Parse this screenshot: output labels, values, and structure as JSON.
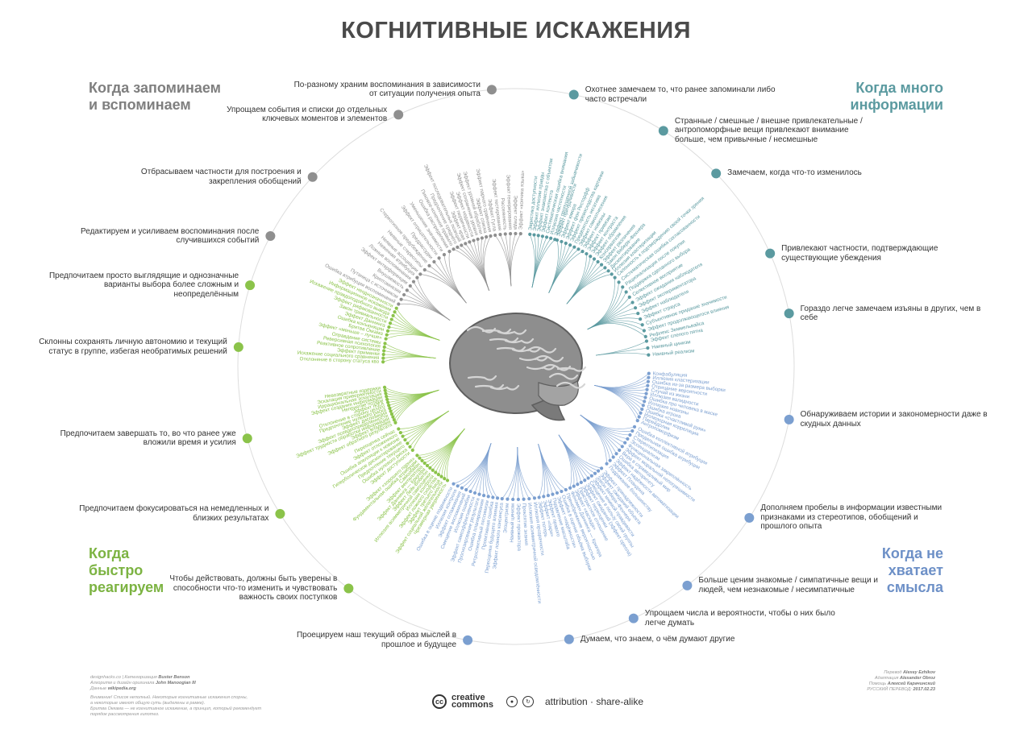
{
  "title": "КОГНИТИВНЫЕ ИСКАЖЕНИЯ",
  "colors": {
    "gray": "#8f8f8f",
    "teal": "#5b9aa0",
    "blue": "#7b9fd0",
    "green": "#8bc34a",
    "title": "#4a4a4a"
  },
  "quadrants": {
    "top_left": "Когда запоминаем и вспоминаем",
    "top_right": "Когда много информации",
    "bottom_left": "Когда быстро реагируем",
    "bottom_right": "Когда не хватает смысла"
  },
  "reasons": [
    {
      "id": "r1",
      "group": "gray",
      "angle": -95,
      "text": "По-разному храним воспоминания в зависимости от ситуации получения опыта"
    },
    {
      "id": "r2",
      "group": "gray",
      "angle": -115,
      "text": "Упрощаем события и списки до отдельных ключевых моментов и элементов"
    },
    {
      "id": "r3",
      "group": "gray",
      "angle": -137,
      "text": "Отбрасываем частности для построения и закрепления обобщений"
    },
    {
      "id": "r4",
      "group": "gray",
      "angle": -152,
      "text": "Редактируем и усиливаем воспоминания после случившихся событий"
    },
    {
      "id": "r5",
      "group": "teal",
      "angle": -78,
      "text": "Охотнее замечаем то, что ранее запоминали либо часто встречали"
    },
    {
      "id": "r6",
      "group": "teal",
      "angle": -58,
      "text": "Странные / смешные / внешне привлекательные / антропоморфные вещи привлекают внимание больше, чем привычные / несмешные"
    },
    {
      "id": "r7",
      "group": "teal",
      "angle": -44,
      "text": "Замечаем, когда что-то изменилось"
    },
    {
      "id": "r8",
      "group": "teal",
      "angle": -24,
      "text": "Привлекают частности, подтверждающие существующие убеждения"
    },
    {
      "id": "r9",
      "group": "teal",
      "angle": -11,
      "text": "Гораздо легче замечаем изъяны в других, чем в себе"
    },
    {
      "id": "r10",
      "group": "blue",
      "angle": 11,
      "text": "Обнаруживаем истории и закономерности даже в скудных данных"
    },
    {
      "id": "r11",
      "group": "blue",
      "angle": 33,
      "text": "Дополняем пробелы в информации известными признаками из стереотипов, обобщений и прошлого опыта"
    },
    {
      "id": "r12",
      "group": "blue",
      "angle": 52,
      "text": "Больше ценим знакомые / симпатичные вещи и людей, чем незнакомые / несимпатичные"
    },
    {
      "id": "r13",
      "group": "blue",
      "angle": 65,
      "text": "Упрощаем числа и вероятности, чтобы о них было легче думать"
    },
    {
      "id": "r14",
      "group": "blue",
      "angle": 79,
      "text": "Думаем, что знаем, о чём думают другие"
    },
    {
      "id": "r15",
      "group": "blue",
      "angle": 100,
      "text": "Проецируем наш текущий образ мыслей в прошлое и будущее"
    },
    {
      "id": "r16",
      "group": "green",
      "angle": 127,
      "text": "Чтобы действовать, должны быть уверены в способности что-то изменить и чувствовать важность своих поступков"
    },
    {
      "id": "r17",
      "group": "green",
      "angle": 148,
      "text": "Предпочитаем фокусироваться на немедленных и близких результатах"
    },
    {
      "id": "r18",
      "group": "green",
      "angle": 165,
      "text": "Предпочитаем завершать то, во что ранее уже вложили время и усилия"
    },
    {
      "id": "r19",
      "group": "green",
      "angle": -176,
      "text": "Склонны сохранять личную автономию и текущий статус в группе, избегая необратимых решений"
    },
    {
      "id": "r20",
      "group": "green",
      "angle": -163,
      "text": "Предпочитаем просто выглядящие и однозначные варианты выбора более сложным и неопределённым"
    }
  ],
  "biases": [
    {
      "group": "teal",
      "start": -84,
      "end": -73,
      "items": [
        "Эвристика доступности",
        "Эффект иллюзии правды",
        "Эффект знакомства с объектом",
        "Эффект контекста",
        "Систематическая ошибка внимания",
        "Иллюзия частотности",
        "Эффект пропущенной забывчивости"
      ]
    },
    {
      "group": "teal",
      "start": -72,
      "end": -60,
      "items": [
        "Эффект причудливости",
        "Эффект юмора",
        "Эффект фон Ресторфф",
        "Эффект превосходства картинки",
        "Предвзятость негатива",
        "Эффект самоотнесения",
        "Эффект новизны"
      ]
    },
    {
      "group": "teal",
      "start": -58,
      "end": -44,
      "items": [
        "Эффект привязки",
        "Эффект контраста",
        "Эффект обрамления",
        "Консерватизм",
        "Эффект различения",
        "Закон Вебера–Фехнера",
        "Дисконтирование",
        "Иллюзия кластеризации"
      ]
    },
    {
      "group": "teal",
      "start": -42,
      "end": -13,
      "items": [
        "Склонность к подтверждению своей точки зрения",
        "Систематическая ошибка согласованности",
        "Рационализация после покупки",
        "Поддержка сделанного выбора",
        "Селективное восприятие",
        "Эффект ожидания наблюдателя",
        "Эффект экспериментатора",
        "Эффект наблюдателя",
        "Эффект страуса",
        "Субъективное придание значимости",
        "Эффект продолжающегося влияния",
        "Рефлекс Земмельвайса"
      ]
    },
    {
      "group": "teal",
      "start": -11,
      "end": -5,
      "items": [
        "Эффект слепого пятна",
        "Наивный цинизм",
        "Наивный реализм"
      ]
    },
    {
      "group": "blue",
      "start": 3,
      "end": 24,
      "items": [
        "Конфабуляция",
        "Иллюзия кластеризации",
        "Ошибка из-за размера выборки",
        "Отрицание вероятности",
        "Случай из жизни",
        "Иллюзия валидности",
        "Ошибка про человека в маске",
        "Иллюзия новизны",
        "Ошибка игрока",
        "Ошибка «счастливой руки»",
        "Иллюзорная корреляция",
        "Парейдолия",
        "Антропоморфизм"
      ]
    },
    {
      "group": "blue",
      "start": 27,
      "end": 47,
      "items": [
        "Ошибка коллективной атрибуции",
        "Предельная ошибка атрибуции",
        "Стереотипизация",
        "Эссенциализм",
        "Функциональная закреплённость",
        "Эффект моральной непогрешимости",
        "Вера в справедливый мир",
        "Ошибка авторитету",
        "Эффект надёжности автоматизации",
        "Эффект Пландона",
        "Подражание большинству"
      ]
    },
    {
      "group": "blue",
      "start": 50,
      "end": 66,
      "items": [
        "Эффект принадлежности",
        "Эффект ожиданий объекта",
        "Закон Вебера–Фехнера",
        "Эффект мнимой правдивости",
        "Смещение в пользу своей группы",
        "Эффект ожиданий (эффект ореола)",
        "Эффект переоценки",
        "Пристрастное отношение",
        "Эффект «каскада»",
        "Феномен Даннинга — Крюгера"
      ]
    },
    {
      "group": "blue",
      "start": 68,
      "end": 80,
      "items": [
        "Пренебрежение вероятностью",
        "Ошибка в оценке объёма выборки",
        "Эффект «надёжности»",
        "Подавление масштаба",
        "Эффект правого",
        "Эффект «пари»",
        "Эффект потерь"
      ]
    },
    {
      "group": "blue",
      "start": 82,
      "end": 96,
      "items": [
        "Иллюзия прозрачности",
        "Иллюзия асимметричной осведомлённости",
        "Проклятие знания",
        "Эффект прожектора",
        "Наивный цинизм",
        "Эгоцентризм",
        "Эффект ложного консенсуса"
      ]
    },
    {
      "group": "blue",
      "start": 98,
      "end": 118,
      "items": [
        "Переоценка будущего влияния",
        "Проективная ошибка",
        "Ретроспективный пессимизм",
        "Ошибка планирования",
        "Прогнозирование результата",
        "Эффект самоэффективности",
        "Иллюзия ошибки",
        "Смещение воспоминаний",
        "Эффект сглаживания",
        "Иллюзия контроля",
        "Ошибка в оценке подвижности"
      ]
    },
    {
      "group": "green",
      "start": 121,
      "end": 138,
      "items": [
        "Чрезмерная уверенность",
        "Эффект социальной желательности",
        "Эффект третьего лица",
        "Эффект ложного сходства",
        "Иллюзия контроля",
        "Иллюзия асимметричной самооценки",
        "Эффект Лейк-Вобегон",
        "Эффект Даннинга — Крюгера",
        "Эффект вентилятора",
        "Самообман",
        "Фундаментальная ошибка атрибуции",
        "Эффект «хорошего парня»"
      ]
    },
    {
      "group": "green",
      "start": 141,
      "end": 152,
      "items": [
        "Эффект доступности",
        "Ошибка нулевого риска",
        "Предпочтение текущего",
        "Гиперболическое дисконтирование",
        "Ошибка апелляции к новизне",
        "Эффект отложенного",
        "Переоценка сейчас"
      ]
    },
    {
      "group": "green",
      "start": 155,
      "end": 171,
      "items": [
        "Эффект обратного результата",
        "Эффект владения",
        "Эффект трудности обработки информации",
        "Эффект псевдоопределённости",
        "Эффект диспозиции",
        "Предпочтение нулевого риска",
        "Отклонение в сторону целого",
        "Эффект IKEA",
        "Неприятие потери",
        "Эффект создания информации",
        "Иррациональная эскалация",
        "Эскалация приверженности",
        "Невозвратные издержки"
      ]
    },
    {
      "group": "green",
      "start": -178,
      "end": -170,
      "items": [
        "Отклонение в сторону статуса кво",
        "Искажение социального сравнения",
        "Эффект приманки",
        "Реактивное сопротивление",
        "Реверсивная психология",
        "Оправдание системы"
      ]
    },
    {
      "group": "green",
      "start": -168,
      "end": -154,
      "items": [
        "Эффект «меньше – лучше»",
        "Бритва Оккама",
        "Ошибка конъюнкции",
        "Эффект Даннинга",
        "Закон тривиальности",
        "Эффект рифмованности",
        "Искажение правдоподобного вывода",
        "Информационное искажение",
        "Эффект неоднозначности"
      ]
    },
    {
      "group": "gray",
      "start": -152,
      "end": -138,
      "items": [
        "Ошибка атрибуции воспоминаний",
        "Путаница с источником",
        "Криптомнезия",
        "Внушаемость",
        "Эффект интерференции",
        "Ложные воспоминания",
        "Невинная атрибуция"
      ]
    },
    {
      "group": "gray",
      "start": -136,
      "end": -120,
      "items": [
        "Неявные ассоциации",
        "Неявные стереотипы",
        "Стереотипное предубеждение",
        "Предрассудки",
        "Эффект отрицательности",
        "Уменьшение значимости",
        "Ошибка распределения"
      ]
    },
    {
      "group": "gray",
      "start": -118,
      "end": -101,
      "items": [
        "Пиковое-конечное правило",
        "Предпочтение среднего",
        "Эффект последовательных позиций",
        "Эффект края",
        "Эффект первичности",
        "Эффект недавности",
        "Эффект сохранения уровня",
        "Эффект уровней обработки",
        "Эффект списка",
        "Эффект парного сравнения"
      ]
    },
    {
      "group": "gray",
      "start": -99,
      "end": -88,
      "items": [
        "Эффект Гугла",
        "Эффект тестирования",
        "Рассеянность",
        "Эффект генерирования",
        "Эффект следа",
        "Эффект «кончика языка»"
      ]
    }
  ],
  "credits_left": {
    "line1_a": "designhacks.co | Категоризация",
    "line1_b": "Buster Benson",
    "line2_a": "Алгоритм и дизайн оригинала",
    "line2_b": "John Manoogian III",
    "line3_a": "Данные",
    "line3_b": "wikipedia.org",
    "line4": "Внимание! Список неполный. Некоторые когнитивные искажения спорны,",
    "line5": "а некоторые имеют общую суть (выделены в рамке).",
    "line6": "Бритва Оккама — не когнитивное искажение, а принцип, который рекомендует",
    "line7": "порядок рассмотрения гипотез."
  },
  "credits_right": {
    "line1_a": "Перевод",
    "line1_b": "Alexey Ezhikov",
    "line2_a": "Адаптация",
    "line2_b": "Alexander Obroz",
    "line3_a": "Помощь",
    "line3_b": "Алексей Карачинский",
    "line4_a": "РУССКИЙ ПЕРЕВОД:",
    "line4_b": "2017.02.23"
  },
  "license": {
    "cc_mark": "cc",
    "creative": "creative",
    "commons": "commons",
    "text": "attribution · share-alike"
  }
}
